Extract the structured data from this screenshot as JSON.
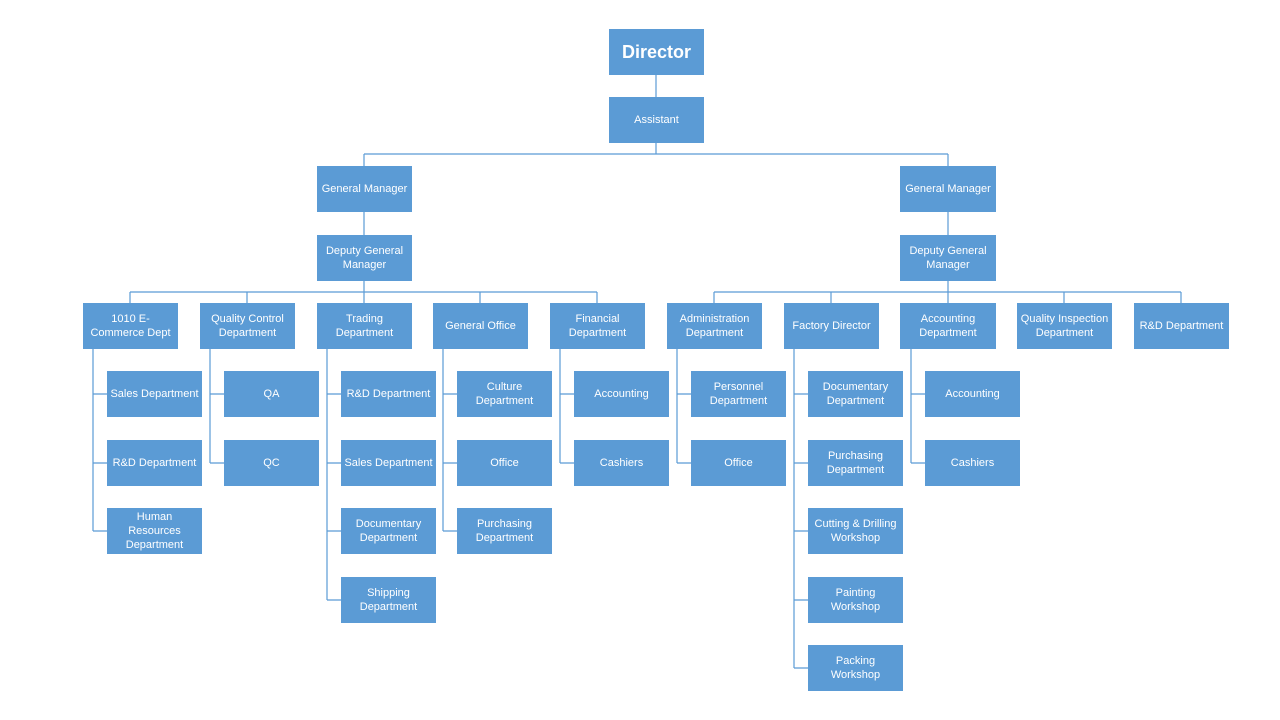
{
  "org": {
    "director": "Director",
    "assistant": "Assistant",
    "gm_left": "General Manager",
    "gm_right": "General Manager",
    "dgm_left": "Deputy General Manager",
    "dgm_right": "Deputy General Manager",
    "left_departments": [
      {
        "label": "1010 E-Commerce Dept",
        "children": [
          "Sales Department",
          "R&D Department",
          "Human Resources Department"
        ]
      },
      {
        "label": "Quality Control Department",
        "children": [
          "QA",
          "QC"
        ]
      },
      {
        "label": "Trading Department",
        "children": [
          "R&D Department",
          "Sales Department",
          "Documentary Department",
          "Shipping Department"
        ]
      },
      {
        "label": "General Office",
        "children": [
          "Culture Department",
          "Office",
          "Purchasing Department"
        ]
      },
      {
        "label": "Financial Department",
        "children": [
          "Accounting",
          "Cashiers"
        ]
      }
    ],
    "right_departments": [
      {
        "label": "Administration Department",
        "children": [
          "Personnel Department",
          "Office"
        ]
      },
      {
        "label": "Factory Director",
        "children": [
          "Documentary Department",
          "Purchasing Department",
          "Cutting & Drilling Workshop",
          "Painting Workshop",
          "Packing Workshop"
        ]
      },
      {
        "label": "Accounting Department",
        "children": [
          "Accounting",
          "Cashiers"
        ]
      },
      {
        "label": "Quality Inspection Department",
        "children": []
      },
      {
        "label": "R&D Department",
        "children": []
      }
    ]
  },
  "colors": {
    "box_fill": "#5b9bd5",
    "text": "#ffffff",
    "connector": "#5b9bd5"
  }
}
